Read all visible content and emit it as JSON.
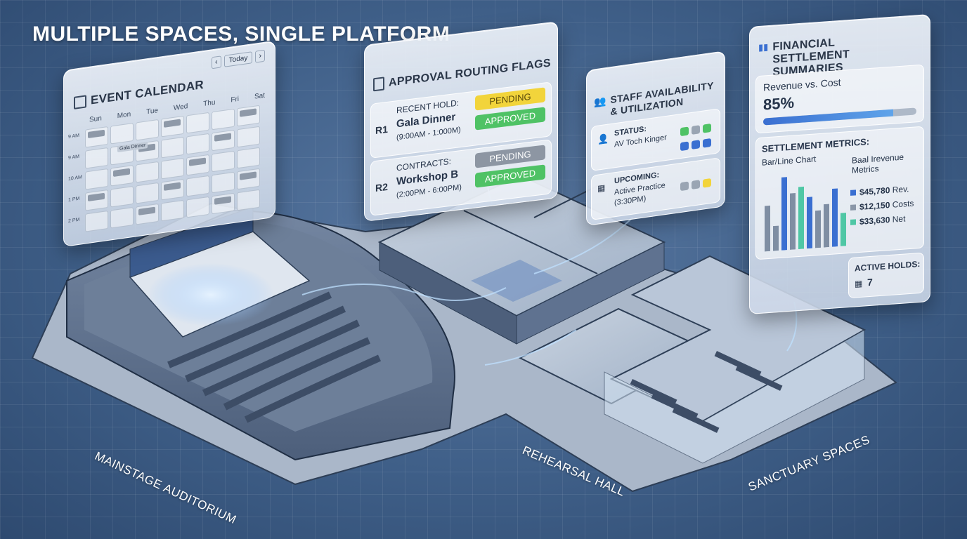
{
  "title": "MULTIPLE SPACES, SINGLE PLATFORM",
  "calendar": {
    "title": "EVENT CALENDAR",
    "today_label": "Today",
    "days": [
      "Sun",
      "Mon",
      "Tue",
      "Wed",
      "Thu",
      "Fri",
      "Sat"
    ],
    "times": [
      "9 AM",
      "9 AM",
      "10 AM",
      "1 PM",
      "2 PM"
    ],
    "event_label": "Gala Dinner"
  },
  "approval": {
    "title": "APPROVAL ROUTING FLAGS",
    "rows": [
      {
        "id": "R1",
        "kind": "RECENT HOLD:",
        "name": "Gala Dinner",
        "time": "(9:00AM - 1:000M)",
        "statuses": [
          "PENDING",
          "APPROVED"
        ]
      },
      {
        "id": "R2",
        "kind": "CONTRACTS:",
        "name": "Workshop B",
        "time": "(2:00PM - 6:00PM)",
        "statuses": [
          "PENDING",
          "APPROVED"
        ]
      }
    ]
  },
  "staff": {
    "title": "STAFF AVAILABILITY & UTILIZATION",
    "status_label": "STATUS:",
    "status_value": "AV Toch Kinger",
    "upcoming_label": "UPCOMING:",
    "upcoming_value": "Active Practice",
    "upcoming_time": "(3:30PM)"
  },
  "financial": {
    "title": "FINANCIAL SETTLEMENT SUMMARIES",
    "revenue_label": "Revenue vs. Cost",
    "revenue_pct": "85%",
    "revenue_fraction": 0.85,
    "metrics_title": "SETTLEMENT METRICS:",
    "chart_label": "Bar/Line Chart",
    "metrics_heading": "Baal Irevenue Metrics",
    "items": [
      {
        "value": "$45,780",
        "label": "Rev.",
        "color": "#3a6fd1"
      },
      {
        "value": "$12,150",
        "label": "Costs",
        "color": "#8a97a8"
      },
      {
        "value": "$33,630",
        "label": "Net",
        "color": "#4fc7a5"
      }
    ],
    "active_holds_label": "ACTIVE HOLDS:",
    "active_holds_value": "7"
  },
  "chart_data": {
    "type": "bar",
    "values": [
      55,
      30,
      88,
      68,
      75,
      62,
      45,
      52,
      70,
      40
    ],
    "colors": [
      "#7f8ea3",
      "#7f8ea3",
      "#3a6fd1",
      "#7f8ea3",
      "#4fc7a5",
      "#3a6fd1",
      "#7f8ea3",
      "#7f8ea3",
      "#3a6fd1",
      "#4fc7a5"
    ]
  },
  "spaces": {
    "mainstage": "MAINSTAGE AUDITORIUM",
    "rehearsal": "REHEARSAL HALL",
    "sanctuary": "SANCTUARY SPACES"
  }
}
